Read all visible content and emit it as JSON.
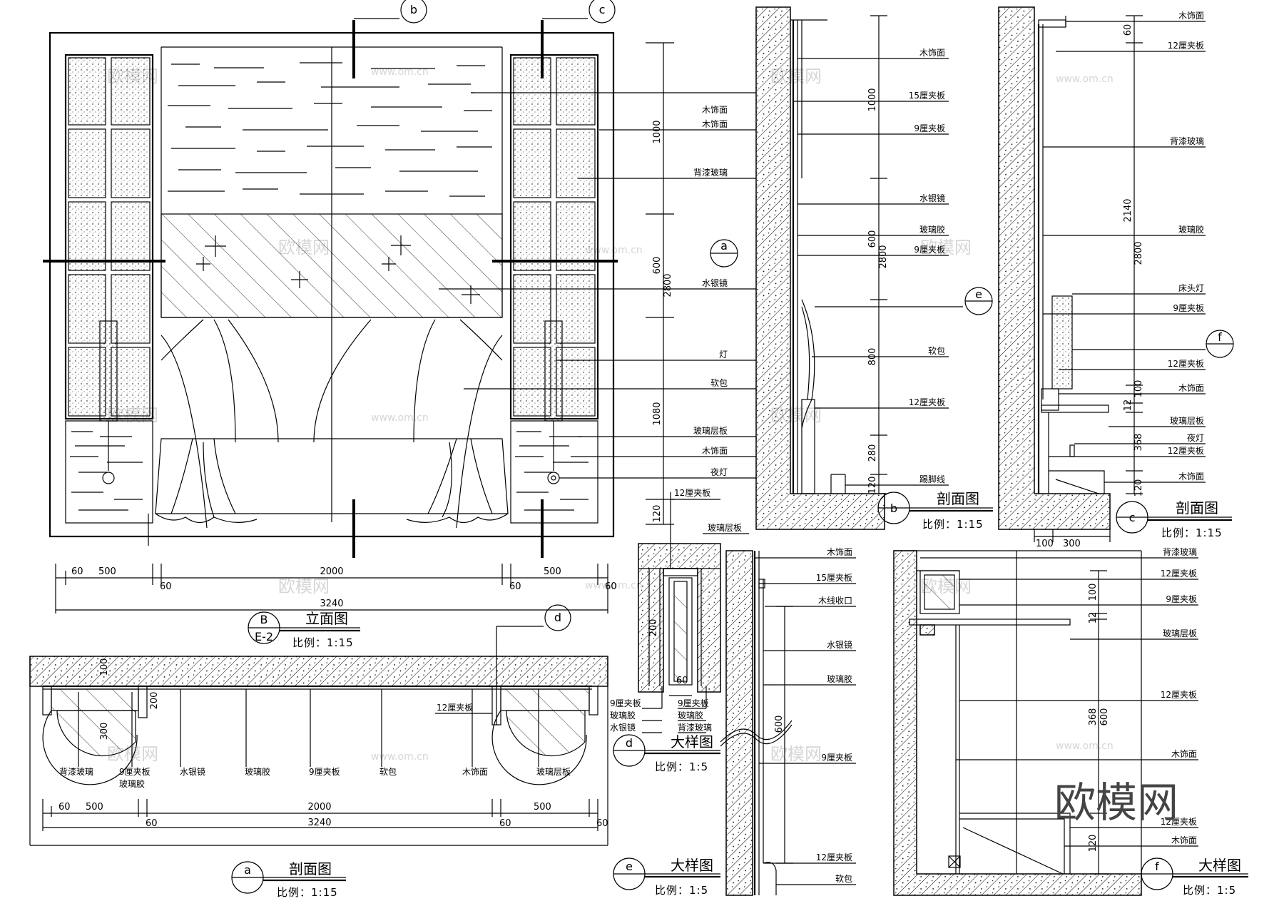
{
  "elevation_b": {
    "title": "立面图",
    "scale": "比例：1:15",
    "tag_top": "B",
    "tag_bottom": "E-2",
    "bubbles": [
      "b",
      "c",
      "a"
    ],
    "labels": [
      "木饰面",
      "木饰面",
      "背漆玻璃",
      "水银镜",
      "灯",
      "软包",
      "玻璃层板",
      "木饰面",
      "夜灯"
    ],
    "dims_v": [
      "1000",
      "600",
      "2800",
      "1080",
      "120"
    ],
    "dims_h": [
      "60",
      "500",
      "2000",
      "60",
      "60",
      "500",
      "60",
      "3240"
    ]
  },
  "section_a": {
    "title": "剖面图",
    "scale": "比例：1:15",
    "bubble": "a",
    "bubble_d": "d",
    "labels": [
      "背漆玻璃",
      "9厘夹板",
      "玻璃胶",
      "水银镜",
      "玻璃胶",
      "9厘夹板",
      "软包",
      "木饰面",
      "玻璃层板",
      "12厘夹板"
    ],
    "dims_v": [
      "100",
      "200",
      "300"
    ],
    "dims_h": [
      "60",
      "500",
      "2000",
      "60",
      "60",
      "500",
      "60",
      "3240"
    ]
  },
  "section_b": {
    "title": "剖面图",
    "scale": "比例：1:15",
    "bubble": "b",
    "bubble_e": "e",
    "labels": [
      "木饰面",
      "15厘夹板",
      "9厘夹板",
      "水银镜",
      "玻璃胶",
      "9厘夹板",
      "软包",
      "12厘夹板",
      "踢脚线"
    ],
    "dims_v": [
      "1000",
      "600",
      "2800",
      "800",
      "280",
      "120"
    ]
  },
  "section_c": {
    "title": "剖面图",
    "scale": "比例：1:15",
    "bubble": "c",
    "bubble_f": "f",
    "labels": [
      "木饰面",
      "12厘夹板",
      "背漆玻璃",
      "玻璃胶",
      "床头灯",
      "9厘夹板",
      "12厘夹板",
      "木饰面",
      "玻璃层板",
      "夜灯",
      "12厘夹板",
      "木饰面"
    ],
    "dims_v": [
      "60",
      "2140",
      "2800",
      "100",
      "12",
      "368",
      "120"
    ],
    "dims_h": [
      "100",
      "300"
    ]
  },
  "detail_d": {
    "title": "大样图",
    "scale": "比例：1:5",
    "bubble": "d",
    "labels_top": [
      "12厘夹板",
      "玻璃层板"
    ],
    "labels_left": [
      "9厘夹板",
      "玻璃胶",
      "水银镜"
    ],
    "labels_right": [
      "9厘夹板",
      "玻璃胶",
      "背漆玻璃"
    ],
    "dims": [
      "200",
      "60"
    ]
  },
  "detail_e": {
    "title": "大样图",
    "scale": "比例：1:5",
    "bubble": "e",
    "labels": [
      "木饰面",
      "15厘夹板",
      "木线收口",
      "水银镜",
      "玻璃胶",
      "9厘夹板",
      "12厘夹板",
      "软包"
    ],
    "dims": [
      "600"
    ]
  },
  "detail_f": {
    "title": "大样图",
    "scale": "比例：1:5",
    "bubble": "f",
    "labels": [
      "背漆玻璃",
      "12厘夹板",
      "9厘夹板",
      "玻璃层板",
      "12厘夹板",
      "木饰面",
      "12厘夹板",
      "木饰面"
    ],
    "dims": [
      "100",
      "12",
      "368",
      "600",
      "120"
    ]
  },
  "watermark": {
    "cn": "欧模网",
    "url": "www.om.cn",
    "brand": "欧模网"
  }
}
